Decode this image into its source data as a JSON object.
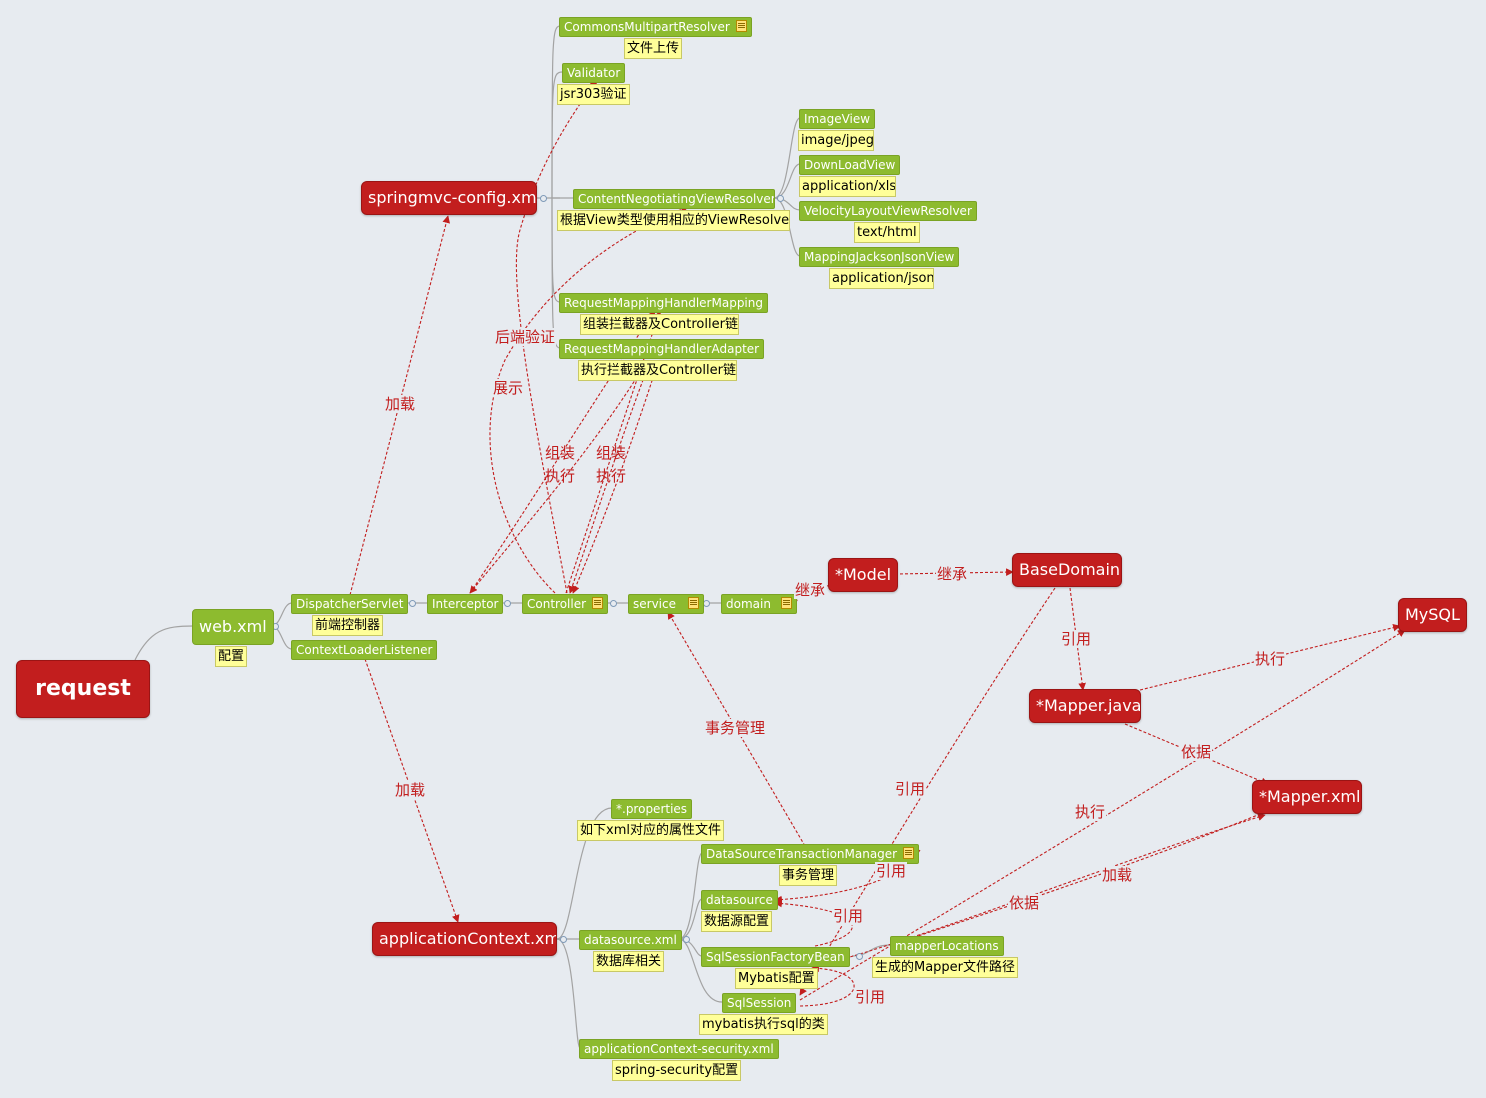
{
  "nodes": {
    "request": "request",
    "web_xml": "web.xml",
    "web_xml_note": "配置",
    "dispatcher_servlet": "DispatcherServlet",
    "dispatcher_servlet_note": "前端控制器",
    "context_loader_listener": "ContextLoaderListener",
    "interceptor": "Interceptor",
    "controller": "Controller",
    "service": "service",
    "domain": "domain",
    "model": "*Model",
    "base_domain": "BaseDomain",
    "mapper_java": "*Mapper.java",
    "mapper_xml": "*Mapper.xml",
    "mysql": "MySQL",
    "springmvc_config": "springmvc-config.xml",
    "multipart_resolver": "CommonsMultipartResolver",
    "multipart_resolver_note": "文件上传",
    "validator": "Validator",
    "validator_note": "jsr303验证",
    "content_negotiating": "ContentNegotiatingViewResolver",
    "content_negotiating_note": "根据View类型使用相应的ViewResolver",
    "image_view": "ImageView",
    "image_view_note": "image/jpeg",
    "download_view": "DownLoadView",
    "download_view_note": "application/xls",
    "velocity_resolver": "VelocityLayoutViewResolver",
    "velocity_resolver_note": "text/html",
    "jackson_view": "MappingJacksonJsonView",
    "jackson_view_note": "application/json",
    "rm_handler_mapping": "RequestMappingHandlerMapping",
    "rm_handler_mapping_note": "组装拦截器及Controller链",
    "rm_handler_adapter": "RequestMappingHandlerAdapter",
    "rm_handler_adapter_note": "执行拦截器及Controller链",
    "application_context": "applicationContext.xml",
    "properties": "*.properties",
    "properties_note": "如下xml对应的属性文件",
    "datasource_xml": "datasource.xml",
    "datasource_xml_note": "数据库相关",
    "tx_manager": "DataSourceTransactionManager",
    "tx_manager_note": "事务管理",
    "datasource": "datasource",
    "datasource_note": "数据源配置",
    "sqlsession_factory": "SqlSessionFactoryBean",
    "sqlsession_factory_note": "Mybatis配置",
    "mapper_locations": "mapperLocations",
    "mapper_locations_note": "生成的Mapper文件路径",
    "sqlsession": "SqlSession",
    "sqlsession_note": "mybatis执行sql的类",
    "ac_security": "applicationContext-security.xml",
    "ac_security_note": "spring-security配置"
  },
  "edge_labels": {
    "load_springmvc": "加载",
    "load_appctx": "加载",
    "backend_validate": "后端验证",
    "display": "展示",
    "assemble_1": "组装",
    "execute_1": "执行",
    "assemble_2": "组装",
    "execute_2": "执行",
    "inherit_domain": "继承",
    "inherit_model": "继承",
    "ref_base_mapper": "引用",
    "ref_base_sqlsession": "引用",
    "execute_mapper_mysql": "执行",
    "execute_sqlsession_mysql": "执行",
    "based_on": "依据",
    "tx_manage": "事务管理",
    "ref_tx_ds": "引用",
    "ref_factory_ds": "引用",
    "ref_sqlsession_factory": "引用",
    "based_on_locations": "依据",
    "load_mapper_xml": "加载"
  },
  "colors": {
    "background": "#e7ebf0",
    "topic_green": "#8dbb2f",
    "topic_red": "#c21e1e",
    "note_yellow": "#ffff99",
    "relationship": "#c21e1e",
    "branch_line": "#a0a0a0"
  },
  "icons": [
    "note-icon",
    "collapse-icon"
  ]
}
